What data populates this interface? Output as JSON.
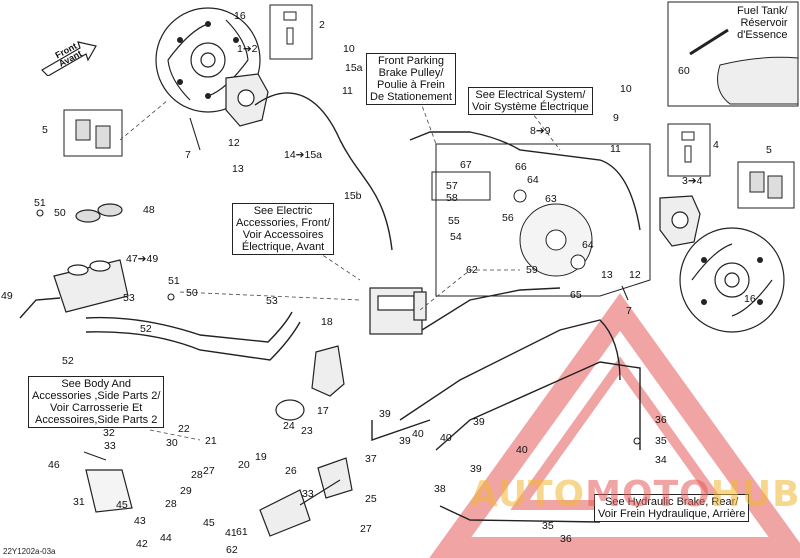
{
  "diagram": {
    "code": "22Y1202a-03a",
    "forward_arrow": {
      "line1": "Front",
      "line2": "Avant"
    },
    "callouts": {
      "fuel_tank": [
        "Fuel Tank/",
        "Réservoir",
        "d'Essence"
      ],
      "front_parking": [
        "Front Parking",
        "Brake Pulley/",
        "Poulie à Frein",
        "De Stationement"
      ],
      "electrical_system": [
        "See Electrical System/",
        "Voir Système Électrique"
      ],
      "electric_accessories": [
        "See Electric",
        "Accessories, Front/",
        "Voir Accessoires",
        "Électrique, Avant"
      ],
      "body_accessories": [
        "See Body And",
        "Accessories ,Side Parts 2/",
        "Voir Carrosserie Et",
        "Accessoires,Side Parts 2"
      ],
      "hydraulic_rear": [
        "See Hydraulic Brake, Rear/",
        "Voir Frein Hydraulique, Arrière"
      ]
    },
    "part_numbers": [
      "16",
      "1➔2",
      "2",
      "10",
      "15a",
      "11",
      "5",
      "7",
      "12",
      "13",
      "14➔15a",
      "60",
      "10",
      "9",
      "11",
      "8➔9",
      "67",
      "66",
      "57",
      "58",
      "64",
      "63",
      "56",
      "55",
      "54",
      "62",
      "59",
      "65",
      "64",
      "4",
      "3➔4",
      "5",
      "12",
      "13",
      "7",
      "16",
      "51",
      "50",
      "48",
      "47➔49",
      "49",
      "53",
      "51",
      "50",
      "52",
      "52",
      "53",
      "18",
      "15b",
      "32",
      "33",
      "30",
      "22",
      "21",
      "20",
      "19",
      "24",
      "23",
      "17",
      "46",
      "31",
      "45",
      "28",
      "29",
      "27",
      "28",
      "43",
      "42",
      "45",
      "44",
      "41",
      "62",
      "61",
      "26",
      "25",
      "33",
      "27",
      "39",
      "40",
      "39",
      "40",
      "39",
      "37",
      "38",
      "36",
      "35",
      "34",
      "35",
      "36",
      "39",
      "40"
    ],
    "watermark": {
      "part1": "AUTO",
      "part2": "MOTO",
      "part3": "HUB"
    }
  }
}
